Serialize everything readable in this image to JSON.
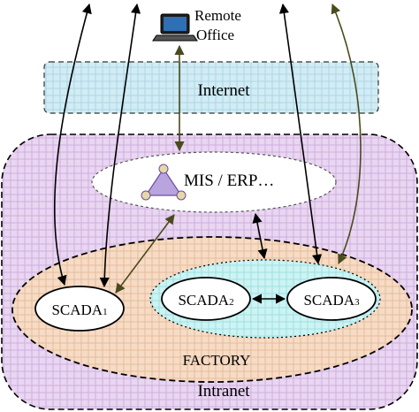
{
  "remote_office": {
    "line1": "Remote",
    "line2": "Office"
  },
  "internet_label": "Internet",
  "mis_label": "MIS / ERP…",
  "scada1": {
    "name": "SCADA",
    "sub": "1"
  },
  "scada2": {
    "name": "SCADA",
    "sub": "2"
  },
  "scada3": {
    "name": "SCADA",
    "sub": "3"
  },
  "factory_label": "FACTORY",
  "intranet_label": "Intranet",
  "icons": {
    "computer": "laptop-icon",
    "network": "network-triangle-icon"
  },
  "colors": {
    "internet_fill": "#cfe9f2",
    "intranet_fill": "#e6d2ef",
    "factory_fill": "#f5d9c2",
    "scada_cluster_fill": "#c8f2f2",
    "arrow_black": "#000000",
    "arrow_olive": "#4a4a1e",
    "network_icon": "#6a4fa0"
  }
}
